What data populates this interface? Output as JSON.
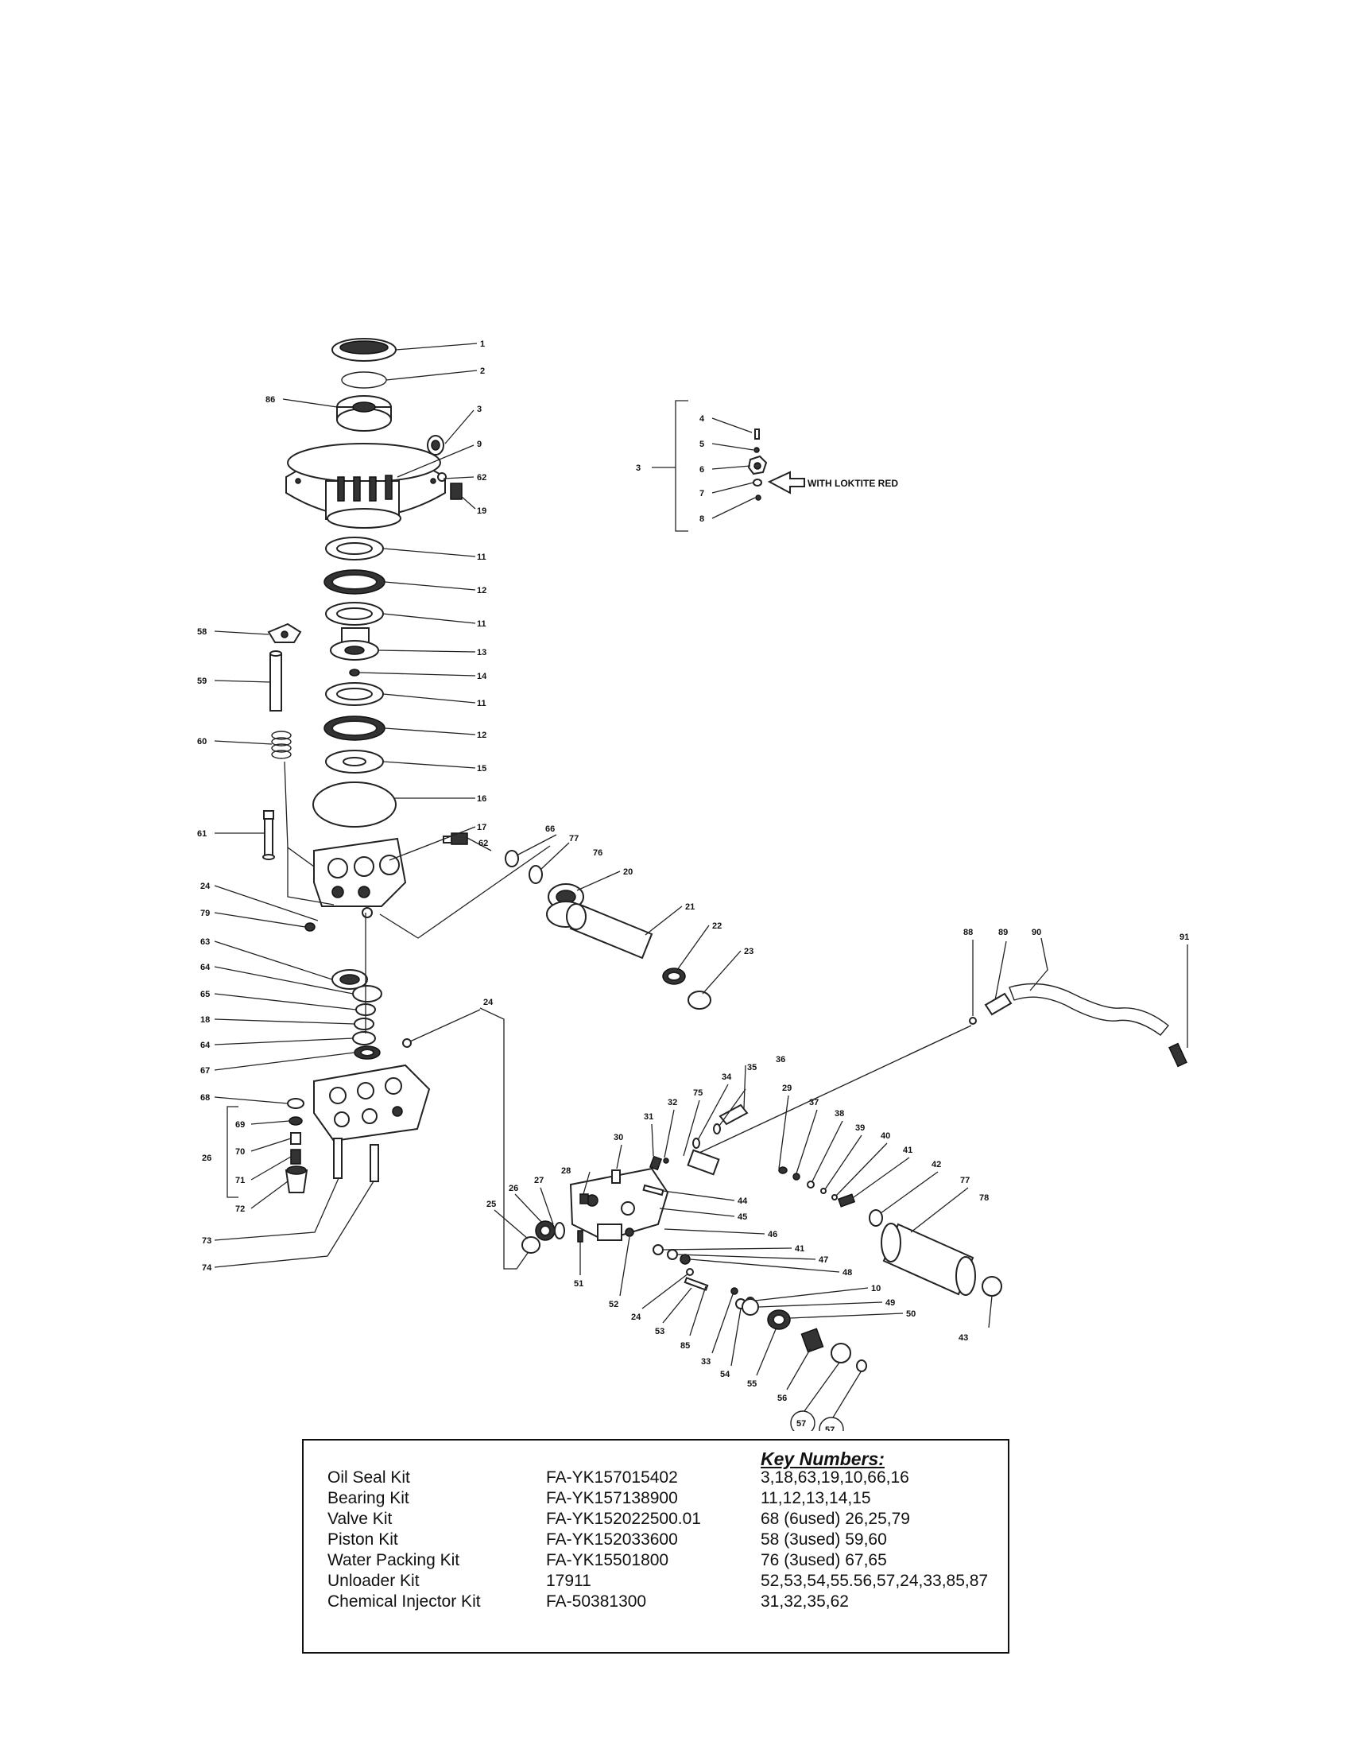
{
  "callouts": {
    "c1": "1",
    "c2": "2",
    "c86": "86",
    "c3": "3",
    "c9": "9",
    "c62": "62",
    "c19": "19",
    "c11a": "11",
    "c12a": "12",
    "c11b": "11",
    "c13": "13",
    "c14": "14",
    "c11c": "11",
    "c12b": "12",
    "c15": "15",
    "c16": "16",
    "c17": "17",
    "c58": "58",
    "c59": "59",
    "c60": "60",
    "c61": "61",
    "c24a": "24",
    "c79": "79",
    "c63": "63",
    "c64a": "64",
    "c65": "65",
    "c18": "18",
    "c64b": "64",
    "c67": "67",
    "c68": "68",
    "c69": "69",
    "c70": "70",
    "c26": "26",
    "c71": "71",
    "c72": "72",
    "c73": "73",
    "c74": "74",
    "c24b": "24",
    "c66": "66",
    "c62b": "62",
    "c77a": "77",
    "c76a": "76",
    "c20": "20",
    "c21": "21",
    "c22": "22",
    "c23": "23",
    "c4": "4",
    "c5": "5",
    "c6": "6",
    "c7": "7",
    "c8": "8",
    "c3b": "3",
    "c88": "88",
    "c89": "89",
    "c90": "90",
    "c91": "91",
    "c36": "36",
    "c35": "35",
    "c34": "34",
    "c75": "75",
    "c32": "32",
    "c31": "31",
    "c30": "30",
    "c29": "29",
    "c37": "37",
    "c38": "38",
    "c39": "39",
    "c40": "40",
    "c41a": "41",
    "c42": "42",
    "c77b": "77",
    "c78": "78",
    "c28": "28",
    "c27": "27",
    "c26b": "26",
    "c25": "25",
    "c44": "44",
    "c45": "45",
    "c46": "46",
    "c41b": "41",
    "c47": "47",
    "c48": "48",
    "c10": "10",
    "c49": "49",
    "c50": "50",
    "c43": "43",
    "c51": "51",
    "c52": "52",
    "c24c": "24",
    "c53": "53",
    "c85": "85",
    "c33": "33",
    "c54": "54",
    "c55": "55",
    "c56": "56",
    "c57a": "57",
    "c57b": "57"
  },
  "note_loktite": "WITH LOKTITE RED",
  "kits": {
    "heading": "Key Numbers:",
    "rows": [
      {
        "name": "Oil Seal Kit",
        "code": "FA-YK157015402",
        "keys": "3,18,63,19,10,66,16"
      },
      {
        "name": "Bearing Kit",
        "code": "FA-YK157138900",
        "keys": "11,12,13,14,15"
      },
      {
        "name": "Valve Kit",
        "code": "FA-YK152022500.01",
        "keys": "68 (6used)  26,25,79"
      },
      {
        "name": "Piston Kit",
        "code": "FA-YK152033600",
        "keys": "58 (3used)  59,60"
      },
      {
        "name": "Water Packing Kit",
        "code": "FA-YK15501800",
        "keys": "76 (3used)  67,65"
      },
      {
        "name": "Unloader Kit",
        "code": "17911",
        "keys": "52,53,54,55.56,57,24,33,85,87"
      },
      {
        "name": "Chemical Injector Kit",
        "code": "FA-50381300",
        "keys": "31,32,35,62"
      }
    ]
  }
}
